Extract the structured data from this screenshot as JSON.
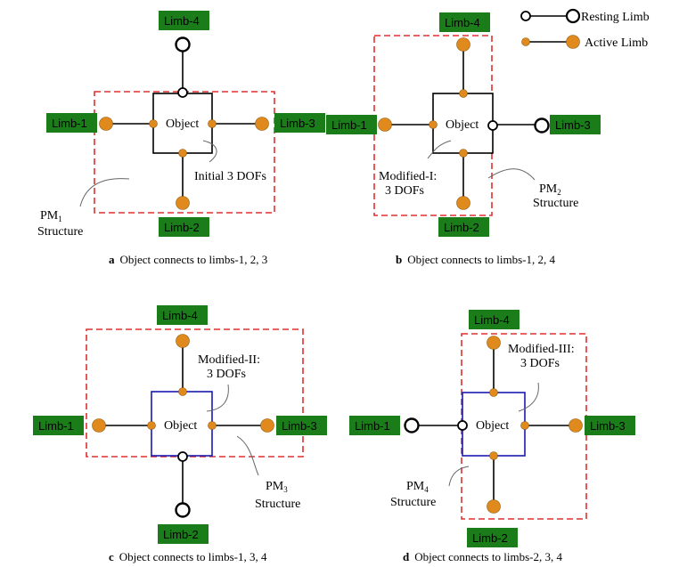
{
  "legend": {
    "resting": "Resting Limb",
    "active": "Active Limb"
  },
  "object_label": "Object",
  "limb_labels": {
    "limb1": "Limb-1",
    "limb2": "Limb-2",
    "limb3": "Limb-3",
    "limb4": "Limb-4"
  },
  "panel_a": {
    "caption_letter": "a",
    "caption": "Object connects to limbs-1, 2, 3",
    "dof_note": "Initial 3 DOFs",
    "pm_label": "PM",
    "pm_sub": "1",
    "structure": "Structure"
  },
  "panel_b": {
    "caption_letter": "b",
    "caption": "Object connects to limbs-1, 2, 4",
    "dof_line1": "Modified-I:",
    "dof_line2": "3 DOFs",
    "pm_label": "PM",
    "pm_sub": "2",
    "structure": "Structure"
  },
  "panel_c": {
    "caption_letter": "c",
    "caption": "Object connects to limbs-1, 3, 4",
    "dof_line1": "Modified-II:",
    "dof_line2": "3 DOFs",
    "pm_label": "PM",
    "pm_sub": "3",
    "structure": "Structure"
  },
  "panel_d": {
    "caption_letter": "d",
    "caption": "Object connects to limbs-2, 3, 4",
    "dof_line1": "Modified-III:",
    "dof_line2": "3 DOFs",
    "pm_label": "PM",
    "pm_sub": "4",
    "structure": "Structure"
  },
  "colors": {
    "limb_box": "#1a7d1a",
    "active_joint": "#e08a1e",
    "pm_border": "#e03030",
    "blue_object": "#1a1ab0"
  }
}
